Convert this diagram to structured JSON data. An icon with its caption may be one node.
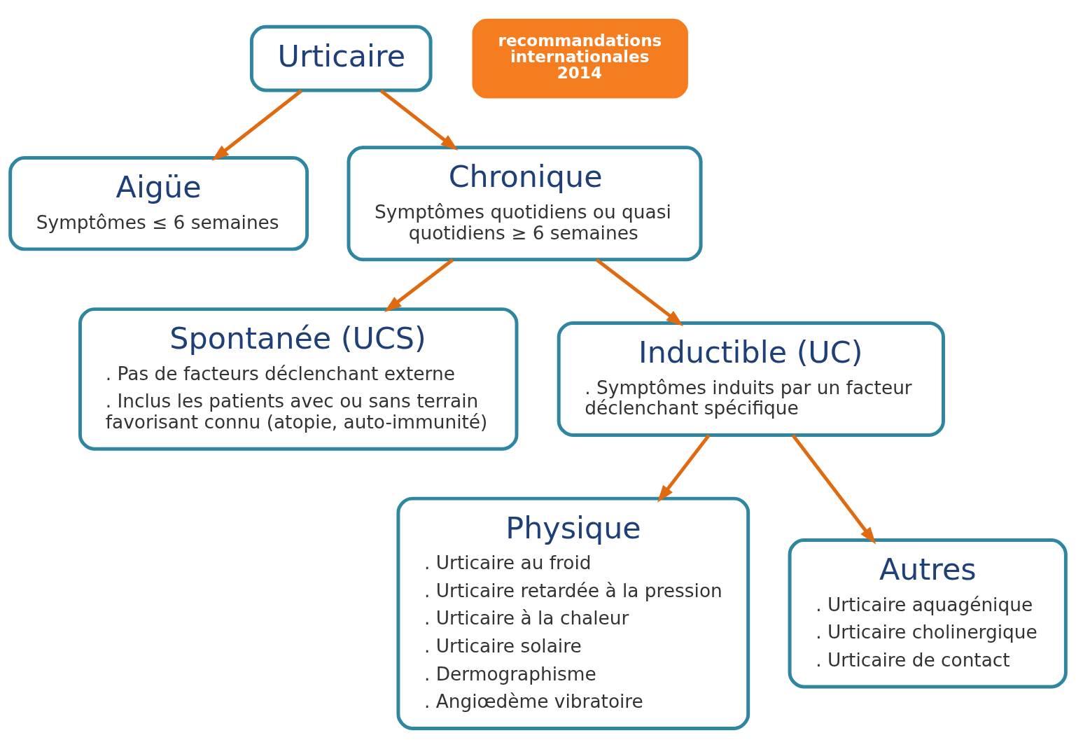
{
  "diagram": {
    "nodes": [
      {
        "text": [
          "Urticaire"
        ]
      },
      {
        "text": [
          "Aigüe",
          "Symptômes ≤ 6 semaines"
        ]
      },
      {
        "text": [
          "Chronique",
          "Symptômes quotidiens ou quasi quotidiens ≥ 6 semaines"
        ]
      },
      {
        "text": [
          "Spontanée (UCS)",
          ". Pas de facteurs déclenchant externe",
          ". Inclus les patients avec ou sans terrain favorisant connu (atopie, auto-immunité)"
        ]
      },
      {
        "text": [
          "Inductible (UC)",
          ". Symptômes induits par un facteur déclenchant spécifique"
        ]
      },
      {
        "text": [
          "Physique",
          ". Urticaire au froid",
          ". Urticaire retardée à la pression",
          ". Urticaire à la chaleur",
          ". Urticaire solaire",
          ". Dermographisme",
          ". Angiœdème vibratoire"
        ]
      },
      {
        "text": [
          "Autres",
          ". Urticaire aquagénique",
          ". Urticaire cholinergique",
          ". Urticaire de contact"
        ]
      },
      {
        "text": [
          "recommandations internationales 2014"
        ]
      }
    ],
    "edges": [
      {
        "from": 0,
        "to": 1,
        "arrow": "to"
      },
      {
        "from": 0,
        "to": 2,
        "arrow": "to"
      },
      {
        "from": 2,
        "to": 3,
        "arrow": "to"
      },
      {
        "from": 2,
        "to": 4,
        "arrow": "to"
      },
      {
        "from": 4,
        "to": 5,
        "arrow": "to"
      },
      {
        "from": 4,
        "to": 6,
        "arrow": "to"
      }
    ]
  }
}
